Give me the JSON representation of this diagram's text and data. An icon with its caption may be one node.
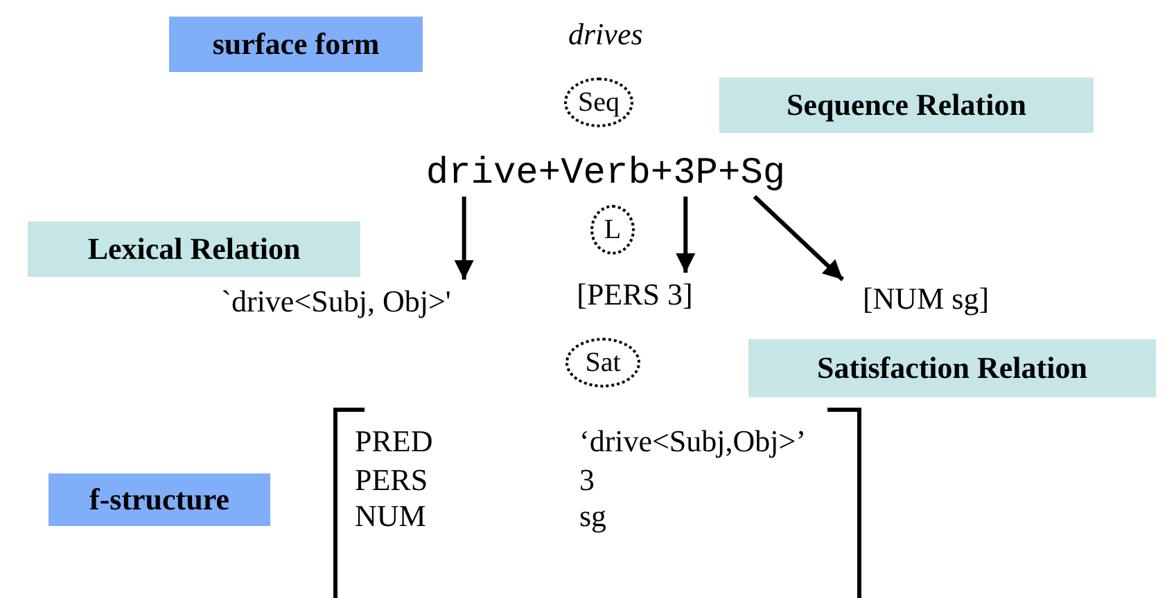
{
  "diagram": {
    "nodes": [
      {
        "text": [
          "surface form"
        ]
      },
      {
        "text": [
          "Seq"
        ]
      },
      {
        "text": [
          "Sequence Relation"
        ]
      },
      {
        "text": [
          "drive+Verb+3P+Sg"
        ]
      },
      {
        "text": [
          "Lexical Relation"
        ]
      },
      {
        "text": [
          "L"
        ]
      },
      {
        "text": [
          "`drive<Subj, Obj>'"
        ]
      },
      {
        "text": [
          "[PERS 3]"
        ]
      },
      {
        "text": [
          "[NUM sg]"
        ]
      },
      {
        "text": [
          "Sat"
        ]
      },
      {
        "text": [
          "Satisfaction Relation"
        ]
      },
      {
        "text": [
          "f-structure"
        ]
      }
    ],
    "edges": [
      {
        "from": 3,
        "to": 6,
        "arrow": "to"
      },
      {
        "from": 3,
        "to": 7,
        "arrow": "to"
      },
      {
        "from": 3,
        "to": 8,
        "arrow": "to"
      }
    ],
    "labels": [
      "drives",
      "PRED",
      "‘drive<Subj,Obj>’",
      "PERS",
      "3",
      "NUM",
      "sg"
    ]
  }
}
